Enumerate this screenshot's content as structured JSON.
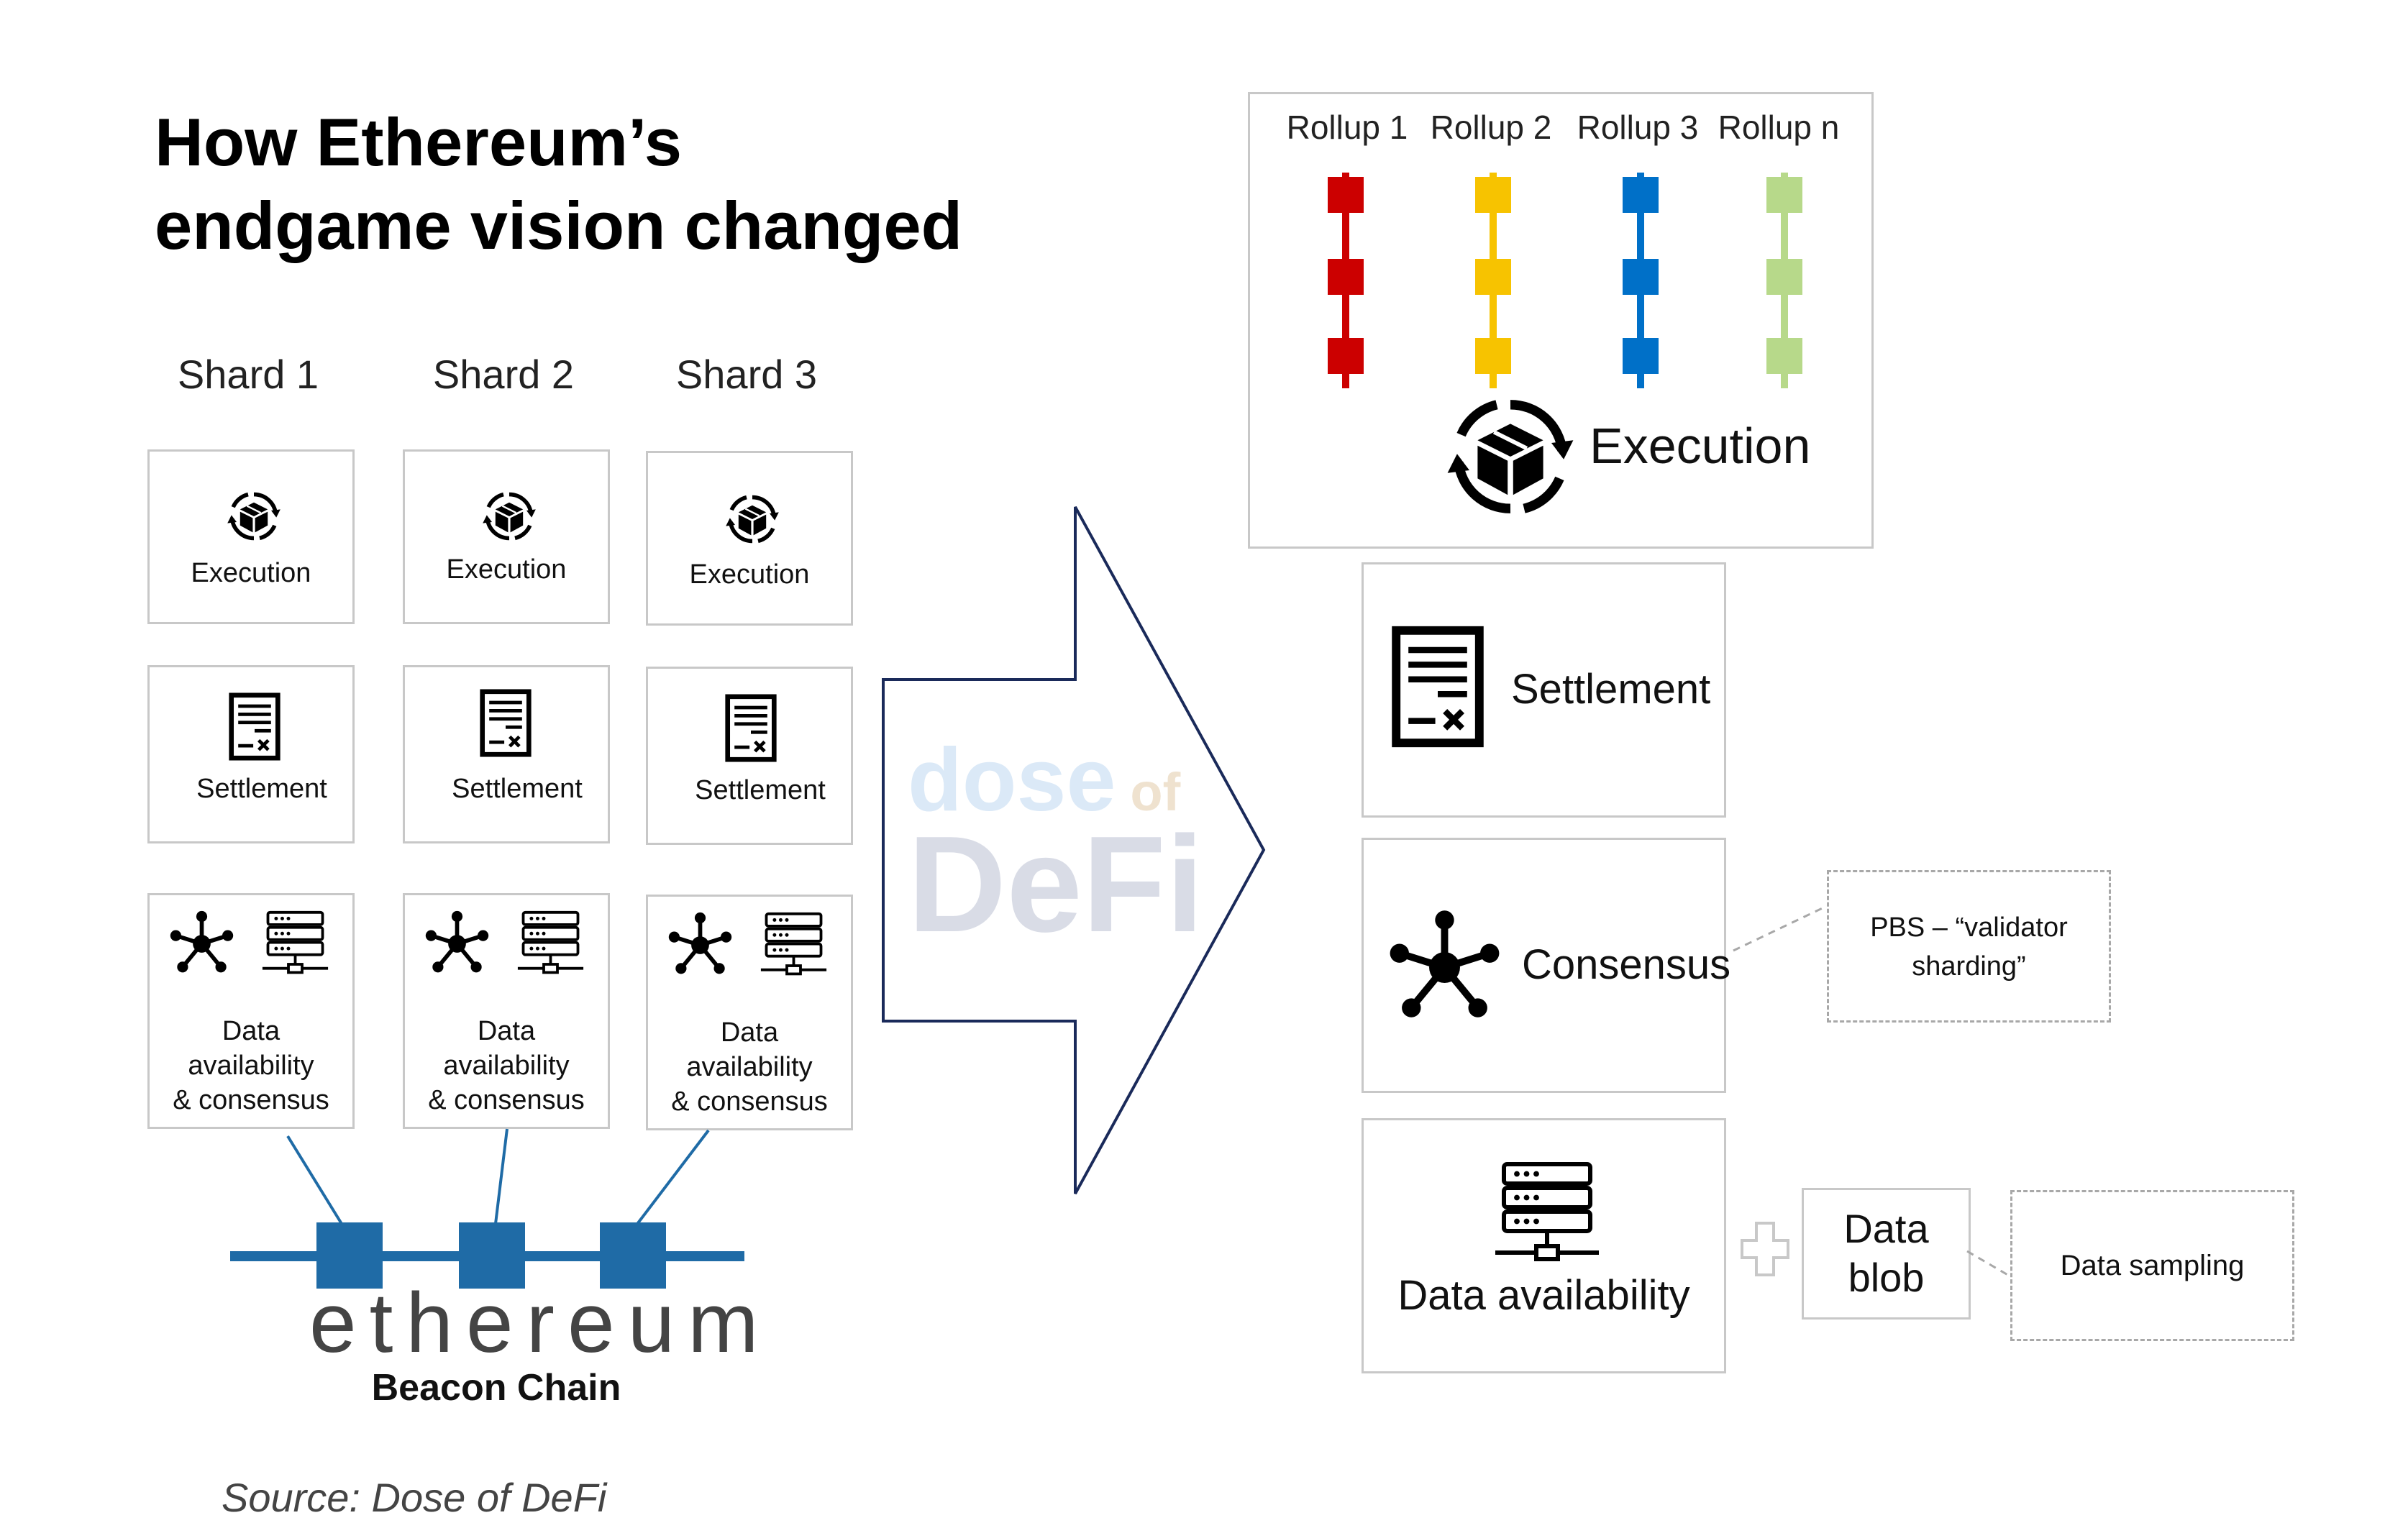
{
  "title": {
    "line1": "How Ethereum’s",
    "line2": "endgame vision changed"
  },
  "left": {
    "shards": [
      {
        "name": "Shard 1",
        "execution": "Execution",
        "settlement": "Settlement",
        "da_lines": [
          "Data",
          "availability",
          "& consensus"
        ]
      },
      {
        "name": "Shard 2",
        "execution": "Execution",
        "settlement": "Settlement",
        "da_lines": [
          "Data",
          "availability",
          "& consensus"
        ]
      },
      {
        "name": "Shard 3",
        "execution": "Execution",
        "settlement": "Settlement",
        "da_lines": [
          "Data",
          "availability",
          "& consensus"
        ]
      }
    ],
    "ethereum_logo_text": "ethereum",
    "beacon_label": "Beacon Chain",
    "chain_color": "#1f6ba6"
  },
  "watermark": {
    "line1": "dose",
    "line1_small": "of",
    "line2": "DeFi"
  },
  "right": {
    "rollups": [
      {
        "name": "Rollup 1",
        "color": "#cc0000"
      },
      {
        "name": "Rollup 2",
        "color": "#f7c300"
      },
      {
        "name": "Rollup 3",
        "color": "#0070c8"
      },
      {
        "name": "Rollup n",
        "color": "#b7d98a"
      }
    ],
    "execution": "Execution",
    "settlement": "Settlement",
    "consensus": "Consensus",
    "pbs_note": "PBS – “validator sharding”",
    "data_availability": "Data availability",
    "data_blob": "Data blob",
    "data_sampling": "Data sampling"
  },
  "source": "Source: Dose of DeFi",
  "icons": {
    "execution": "box-cycle-icon",
    "settlement": "document-icon",
    "consensus": "network-hub-icon",
    "data": "server-icon",
    "plus": "plus-icon",
    "arrow": "right-arrow-shape"
  }
}
